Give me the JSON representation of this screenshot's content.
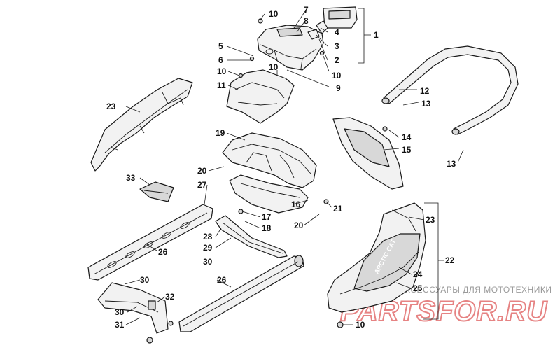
{
  "callouts": [
    {
      "id": "c10a",
      "label": "10"
    },
    {
      "id": "c7",
      "label": "7"
    },
    {
      "id": "c8",
      "label": "8"
    },
    {
      "id": "c4",
      "label": "4"
    },
    {
      "id": "c3",
      "label": "3"
    },
    {
      "id": "c2",
      "label": "2"
    },
    {
      "id": "c1",
      "label": "1"
    },
    {
      "id": "c5",
      "label": "5"
    },
    {
      "id": "c6",
      "label": "6"
    },
    {
      "id": "c10b",
      "label": "10"
    },
    {
      "id": "c10c",
      "label": "10"
    },
    {
      "id": "c10d",
      "label": "10"
    },
    {
      "id": "c11",
      "label": "11"
    },
    {
      "id": "c9",
      "label": "9"
    },
    {
      "id": "c12",
      "label": "12"
    },
    {
      "id": "c13a",
      "label": "13"
    },
    {
      "id": "c13b",
      "label": "13"
    },
    {
      "id": "c23a",
      "label": "23"
    },
    {
      "id": "c19",
      "label": "19"
    },
    {
      "id": "c14",
      "label": "14"
    },
    {
      "id": "c15",
      "label": "15"
    },
    {
      "id": "c20a",
      "label": "20"
    },
    {
      "id": "c33",
      "label": "33"
    },
    {
      "id": "c27",
      "label": "27"
    },
    {
      "id": "c16",
      "label": "16"
    },
    {
      "id": "c21",
      "label": "21"
    },
    {
      "id": "c17",
      "label": "17"
    },
    {
      "id": "c18",
      "label": "18"
    },
    {
      "id": "c20b",
      "label": "20"
    },
    {
      "id": "c23b",
      "label": "23"
    },
    {
      "id": "c28",
      "label": "28"
    },
    {
      "id": "c29",
      "label": "29"
    },
    {
      "id": "c26a",
      "label": "26"
    },
    {
      "id": "c30a",
      "label": "30"
    },
    {
      "id": "c22",
      "label": "22"
    },
    {
      "id": "c24",
      "label": "24"
    },
    {
      "id": "c25",
      "label": "25"
    },
    {
      "id": "c30b",
      "label": "30"
    },
    {
      "id": "c26b",
      "label": "26"
    },
    {
      "id": "c32",
      "label": "32"
    },
    {
      "id": "c30c",
      "label": "30"
    },
    {
      "id": "c31",
      "label": "31"
    },
    {
      "id": "c10e",
      "label": "10"
    }
  ],
  "decal_text": "ARCTIC CAT",
  "watermark": {
    "caption": "ЗАПЧАСТИ И АКСЕССУАРЫ ДЛЯ МОТОТЕХНИКИ",
    "brand": "PARTSFOR.RU"
  },
  "colors": {
    "line": "#1a1a1a",
    "watermark_brand": "#e06565",
    "watermark_caption": "#9a9a9a"
  }
}
